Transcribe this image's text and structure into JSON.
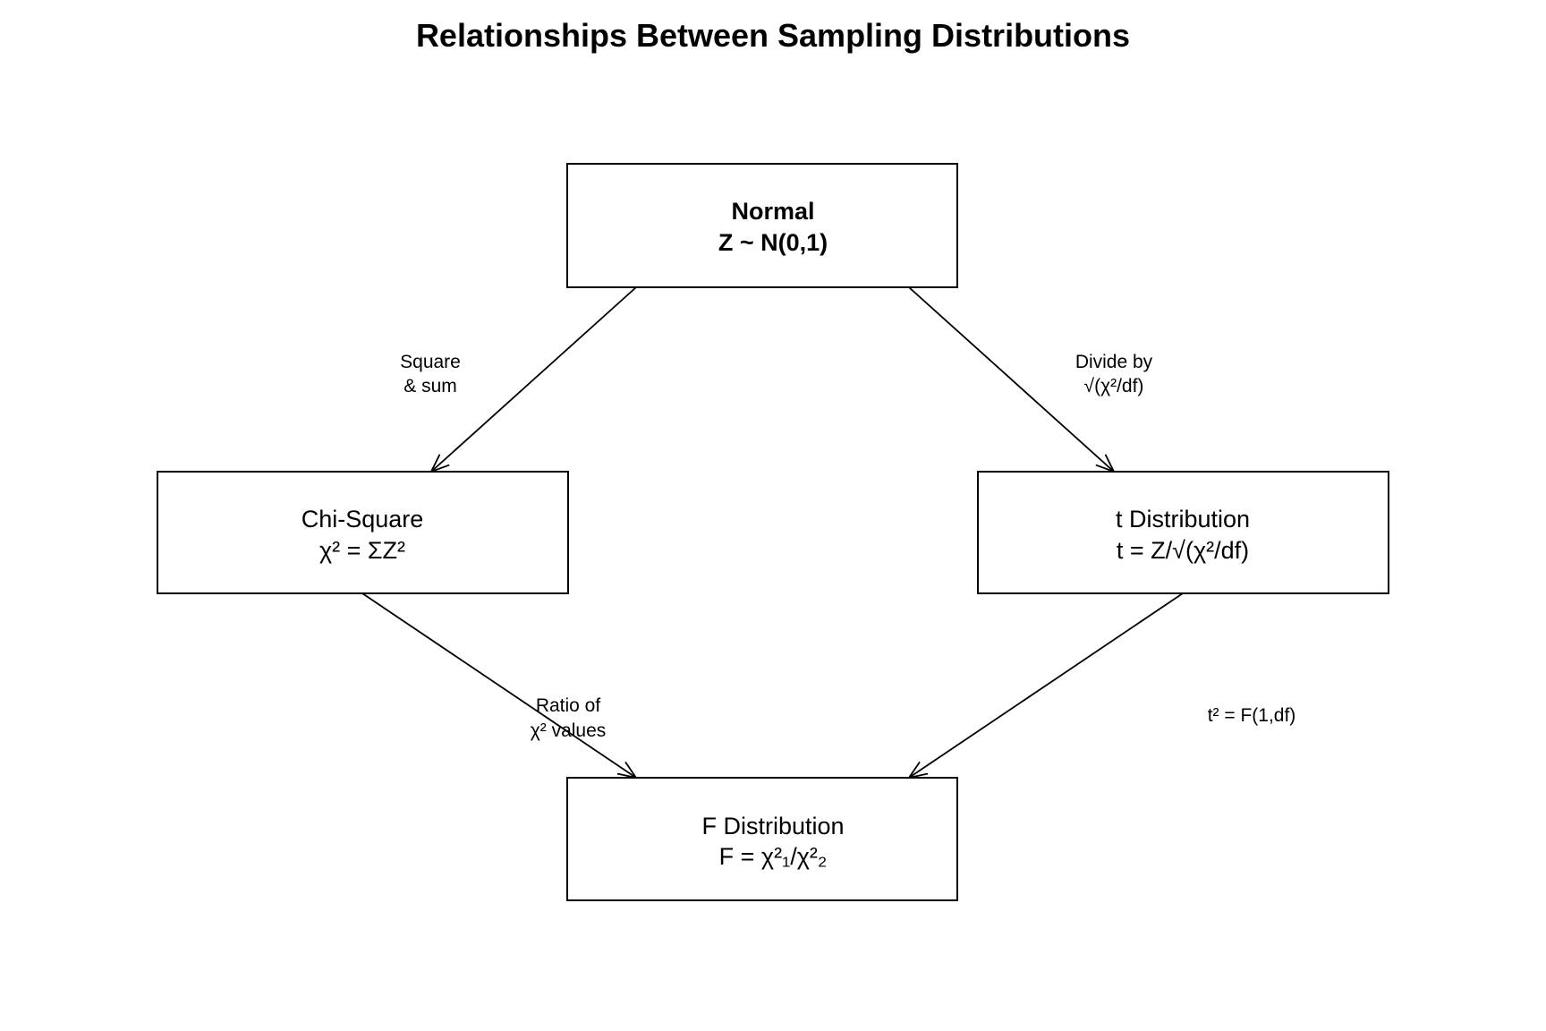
{
  "title": "Relationships Between Sampling Distributions",
  "nodes": {
    "normal": {
      "name": "Normal",
      "formula": "Z ~ N(0,1)"
    },
    "chi": {
      "name": "Chi-Square",
      "formula": "χ² = ΣZ²"
    },
    "t": {
      "name": "t Distribution",
      "formula": "t = Z/√(χ²/df)"
    },
    "f": {
      "name": "F Distribution",
      "formula": "F = χ²₁/χ²₂"
    }
  },
  "edges": {
    "normal_chi": {
      "line1": "Square",
      "line2": "& sum"
    },
    "normal_t": {
      "line1": "Divide by",
      "line2": "√(χ²/df)"
    },
    "chi_f": {
      "line1": "Ratio of",
      "line2": "χ² values"
    },
    "t_f": {
      "note": "t² = F(1,df)"
    }
  },
  "colors": {
    "note": "#0000FF"
  }
}
